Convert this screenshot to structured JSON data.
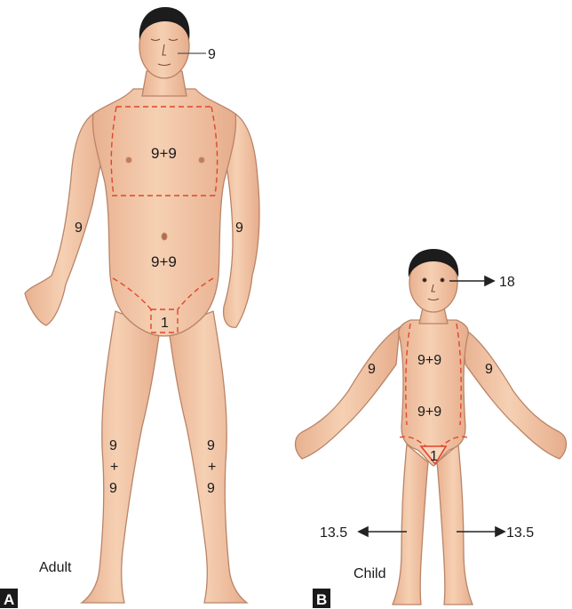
{
  "figure": {
    "adult": {
      "caption": "Adult",
      "panel": "A",
      "regions": {
        "head": "9",
        "trunk_front_chest": "9+9",
        "trunk_front_abdomen": "9+9",
        "arm_left": "9",
        "arm_right": "9",
        "perineum": "1",
        "leg_left": [
          "9",
          "+",
          "9"
        ],
        "leg_right": [
          "9",
          "+",
          "9"
        ]
      }
    },
    "child": {
      "caption": "Child",
      "panel": "B",
      "regions": {
        "head": "18",
        "chest": "9+9",
        "abdomen": "9+9",
        "arm_left": "9",
        "arm_right": "9",
        "perineum": "1",
        "leg_left": "13.5",
        "leg_right": "13.5"
      }
    },
    "colors": {
      "skin": "#f3c7a6",
      "skin_shadow": "#e2a988",
      "outline": "#b98468",
      "dashed_line": "#e0452b",
      "hair": "#1c1c1c",
      "panel_badge": "#1a1a1a"
    }
  }
}
